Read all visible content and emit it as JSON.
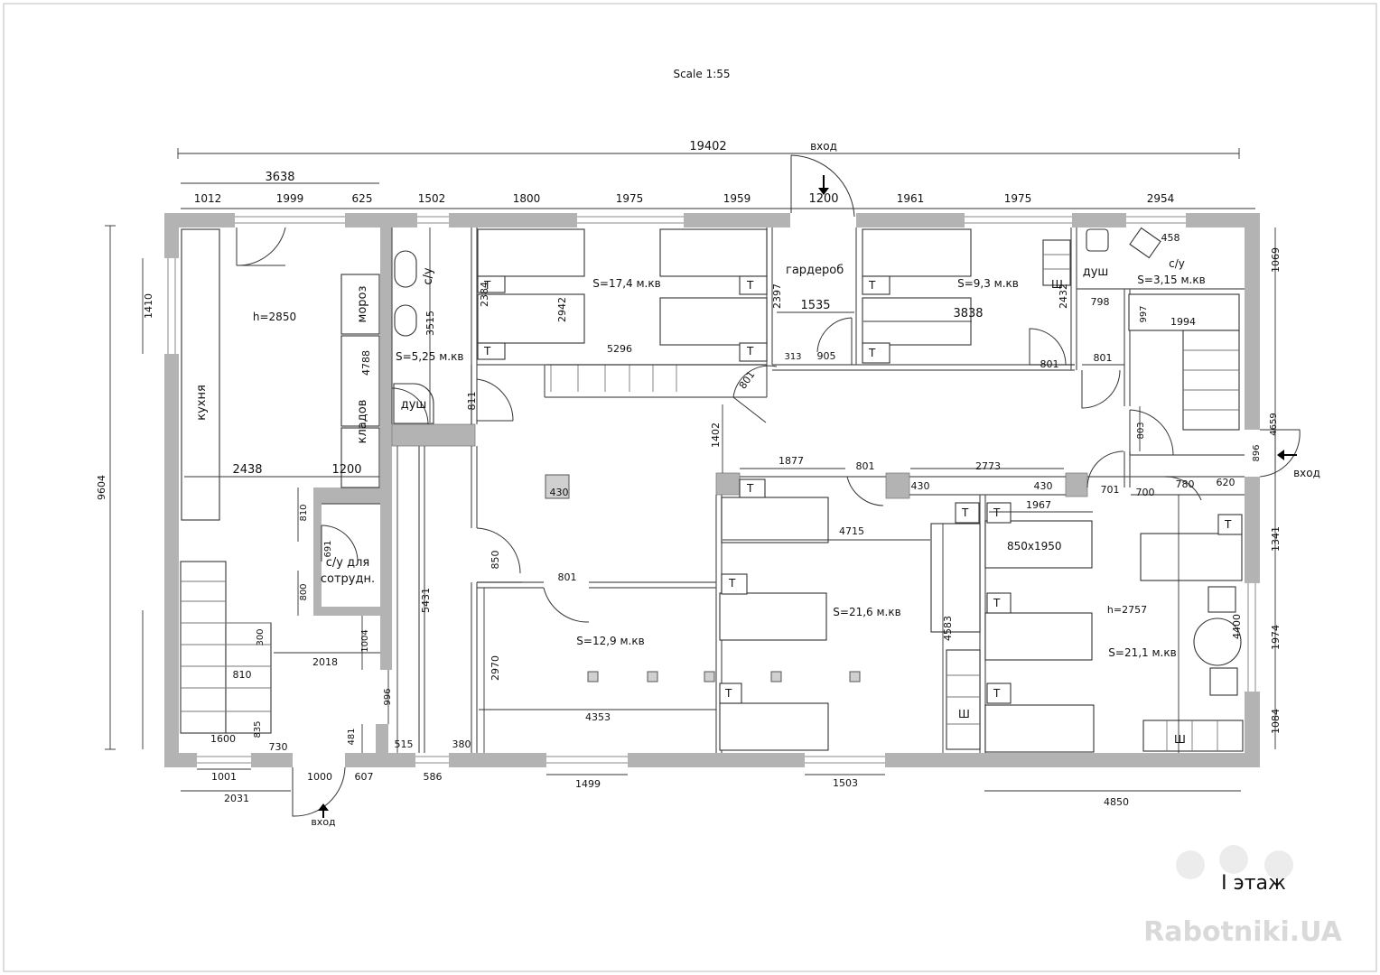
{
  "scale": "Scale 1:55",
  "floor_label": "I этаж",
  "watermark": "Rabotniki.UA",
  "entrances": {
    "top": "вход",
    "right": "вход",
    "bottom": "вход"
  },
  "rooms": {
    "kitchen_height": "h=2850",
    "kitchen": "кухня",
    "freezer": "мороз",
    "storage": "кладов",
    "shower_left": "душ",
    "wc_left": "с/у",
    "area_wc_left": "S=5,25 м.кв",
    "staff_wc_line1": "с/у для",
    "staff_wc_line2": "сотрудн.",
    "cloakroom": "гардероб",
    "area_room1": "S=17,4 м.кв",
    "area_room2": "S=9,3 м.кв",
    "shower_right": "душ",
    "wc_right": "с/у",
    "area_wc_right": "S=3,15 м.кв",
    "area_room3": "S=12,9 м.кв",
    "area_room4": "S=21,6 м.кв",
    "area_room5": "S=21,1 м.кв",
    "room5_height": "h=2757",
    "bed_size": "850x1950"
  },
  "marks": {
    "t": "Т",
    "sh": "Ш"
  },
  "dimensions": {
    "top_overall": "19402",
    "top_left": "3638",
    "top_1012": "1012",
    "top_1999": "1999",
    "top_625": "625",
    "top_1502": "1502",
    "top_1800": "1800",
    "top_1975a": "1975",
    "top_1959": "1959",
    "top_1200": "1200",
    "top_1961": "1961",
    "top_1975b": "1975",
    "top_2954": "2954",
    "left_9604": "9604",
    "left_1410": "1410",
    "d_3515": "3515",
    "d_4788": "4788",
    "d_2384": "2384",
    "d_2942": "2942",
    "d_2397": "2397",
    "d_1535": "1535",
    "d_3838": "3838",
    "d_2432": "2432",
    "d_458": "458",
    "d_798": "798",
    "d_997": "997",
    "d_1994": "1994",
    "d_5296": "5296",
    "d_313": "313",
    "d_905": "905",
    "d_801a": "801",
    "d_801b": "801",
    "d_801c": "801",
    "d_811": "811",
    "d_801d": "801",
    "d_1402": "1402",
    "d_1877": "1877",
    "d_801e": "801",
    "d_2773": "2773",
    "d_430a": "430",
    "d_430b": "430",
    "d_430c": "430",
    "d_701": "701",
    "d_700": "700",
    "d_780": "780",
    "d_620": "620",
    "d_803": "803",
    "d_4659": "4659",
    "d_896": "896",
    "d_1069": "1069",
    "d_1341": "1341",
    "d_1974": "1974",
    "d_1084": "1084",
    "d_2438": "2438",
    "d_1200b": "1200",
    "d_810a": "810",
    "d_691": "691",
    "d_800": "800",
    "d_1004": "1004",
    "d_2018": "2018",
    "d_300": "300",
    "d_810b": "810",
    "d_5431": "5431",
    "d_850": "850",
    "d_801f": "801",
    "d_2970": "2970",
    "d_4353": "4353",
    "d_4715": "4715",
    "d_1967": "1967",
    "d_4583": "4583",
    "d_4400": "4400",
    "d_996": "996",
    "d_481": "481",
    "d_515": "515",
    "d_380": "380",
    "d_1600": "1600",
    "d_835": "835",
    "d_730": "730",
    "b_1001": "1001",
    "b_1000": "1000",
    "b_607": "607",
    "b_586": "586",
    "b_2031": "2031",
    "b_1499": "1499",
    "b_1503": "1503",
    "b_4850": "4850"
  }
}
